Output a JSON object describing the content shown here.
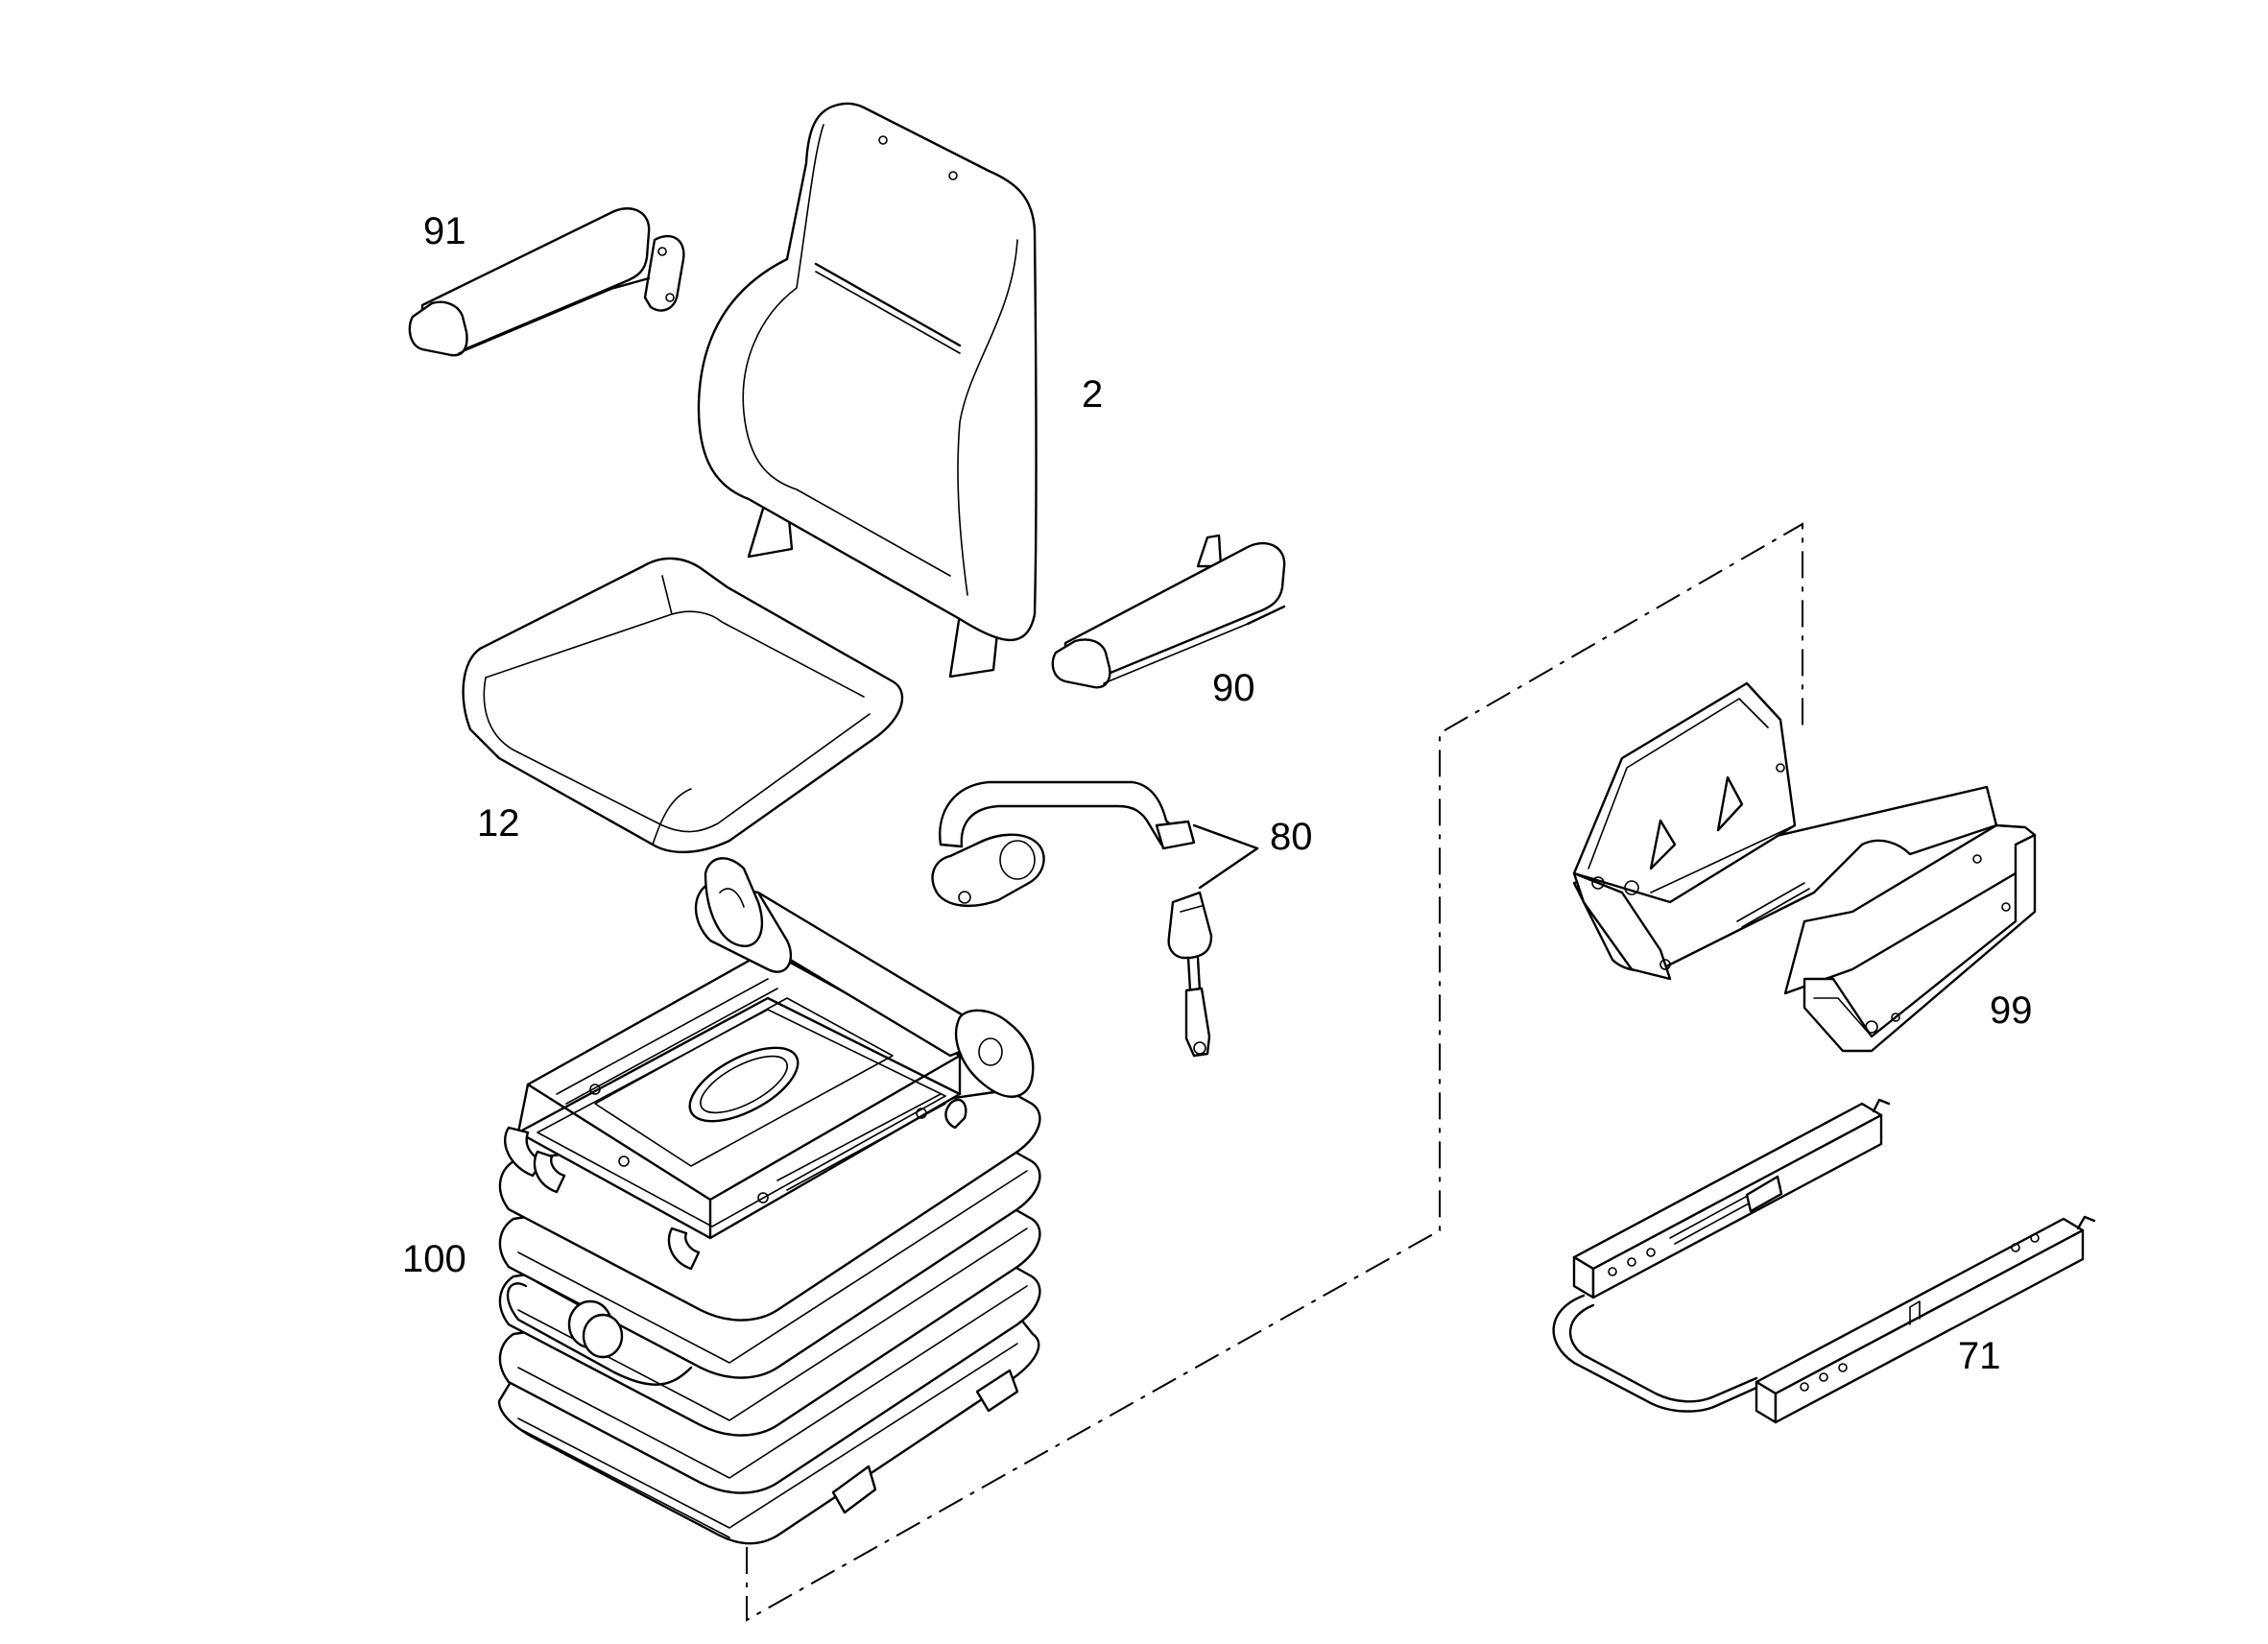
{
  "callouts": {
    "p91": "91",
    "p2": "2",
    "p90": "90",
    "p12": "12",
    "p80": "80",
    "p99": "99",
    "p100": "100",
    "p71": "71"
  },
  "colors": {
    "line": "#000000",
    "background": "#ffffff"
  }
}
